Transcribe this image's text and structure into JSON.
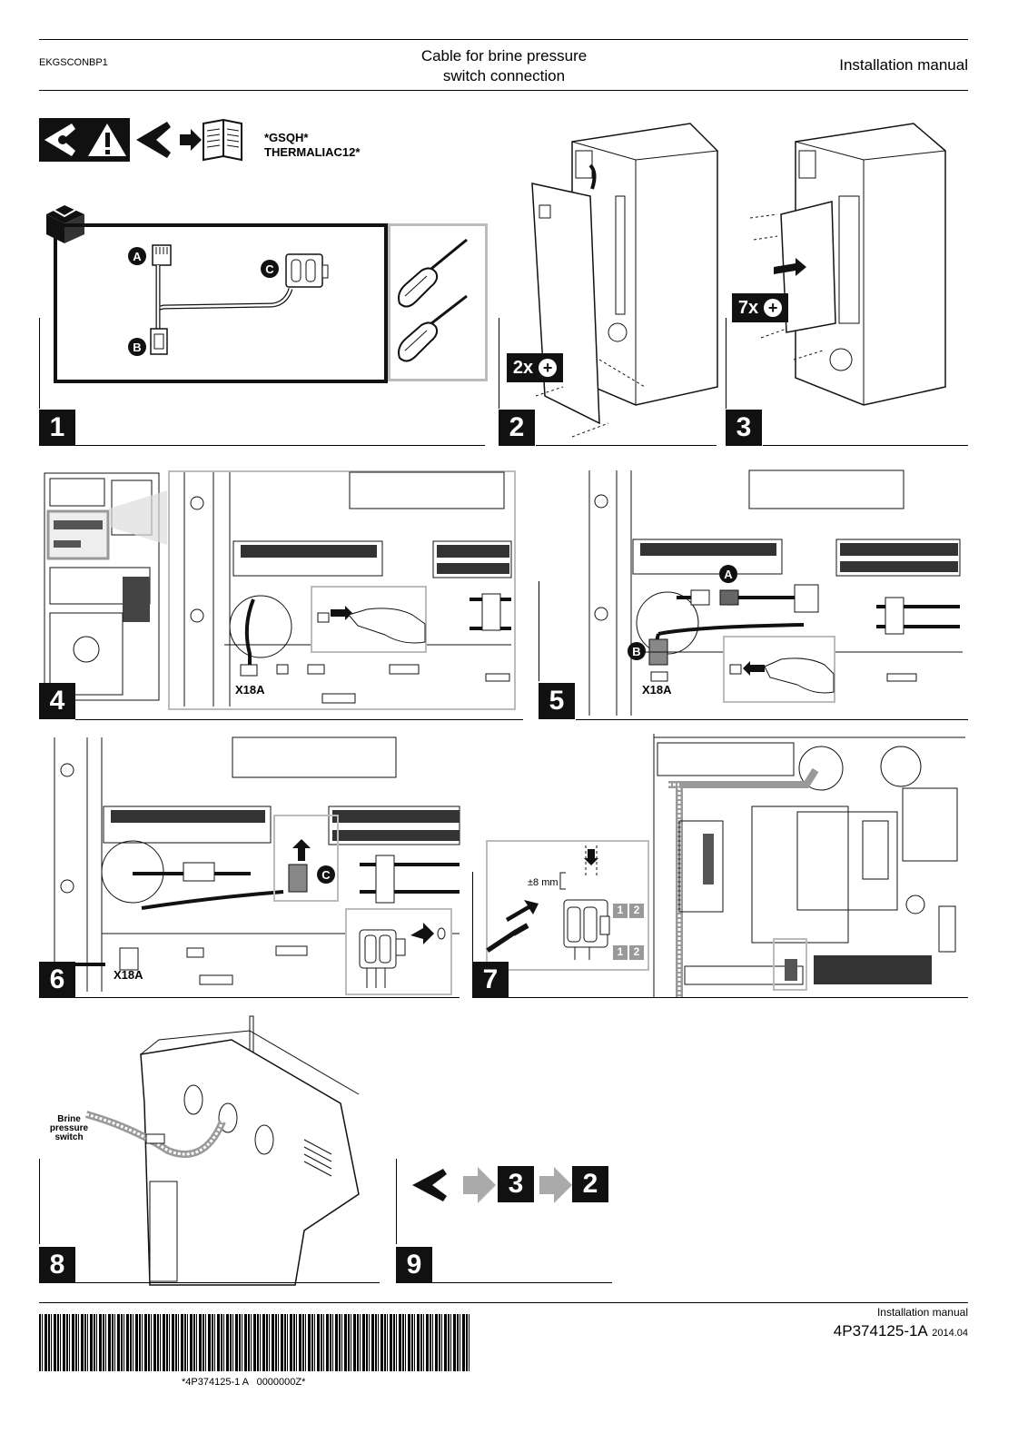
{
  "header": {
    "model": "EKGSCONBP1",
    "title_line1": "Cable for brine pressure",
    "title_line2": "switch connection",
    "doc_type": "Installation manual"
  },
  "intro": {
    "model_line1": "*GSQH*",
    "model_line2": "THERMALIAC12*"
  },
  "callouts": {
    "a": "A",
    "b": "B",
    "c": "C"
  },
  "steps": {
    "s1": "1",
    "s2": "2",
    "s3": "3",
    "s4": "4",
    "s5": "5",
    "s6": "6",
    "s7": "7",
    "s8": "8",
    "s9": "9"
  },
  "screws": {
    "step2_count": "2x",
    "step3_count": "7x"
  },
  "connector_labels": {
    "x18a_step4": "X18A",
    "x18a_step5": "X18A",
    "x18a_step6": "X18A"
  },
  "step7": {
    "strip_length": "±8 mm",
    "pin1_top": "1",
    "pin2_top": "2",
    "pin1_bottom": "1",
    "pin2_bottom": "2"
  },
  "step8": {
    "cable_label_line1": "Brine",
    "cable_label_line2": "pressure",
    "cable_label_line3": "switch"
  },
  "step9": {
    "sequence_first": "3",
    "sequence_second": "2"
  },
  "footer": {
    "doc_type": "Installation manual",
    "doc_number": "4P374125-1A",
    "doc_date": "2014.04",
    "barcode_text": "*4P374125-1 A   0000000Z*"
  }
}
